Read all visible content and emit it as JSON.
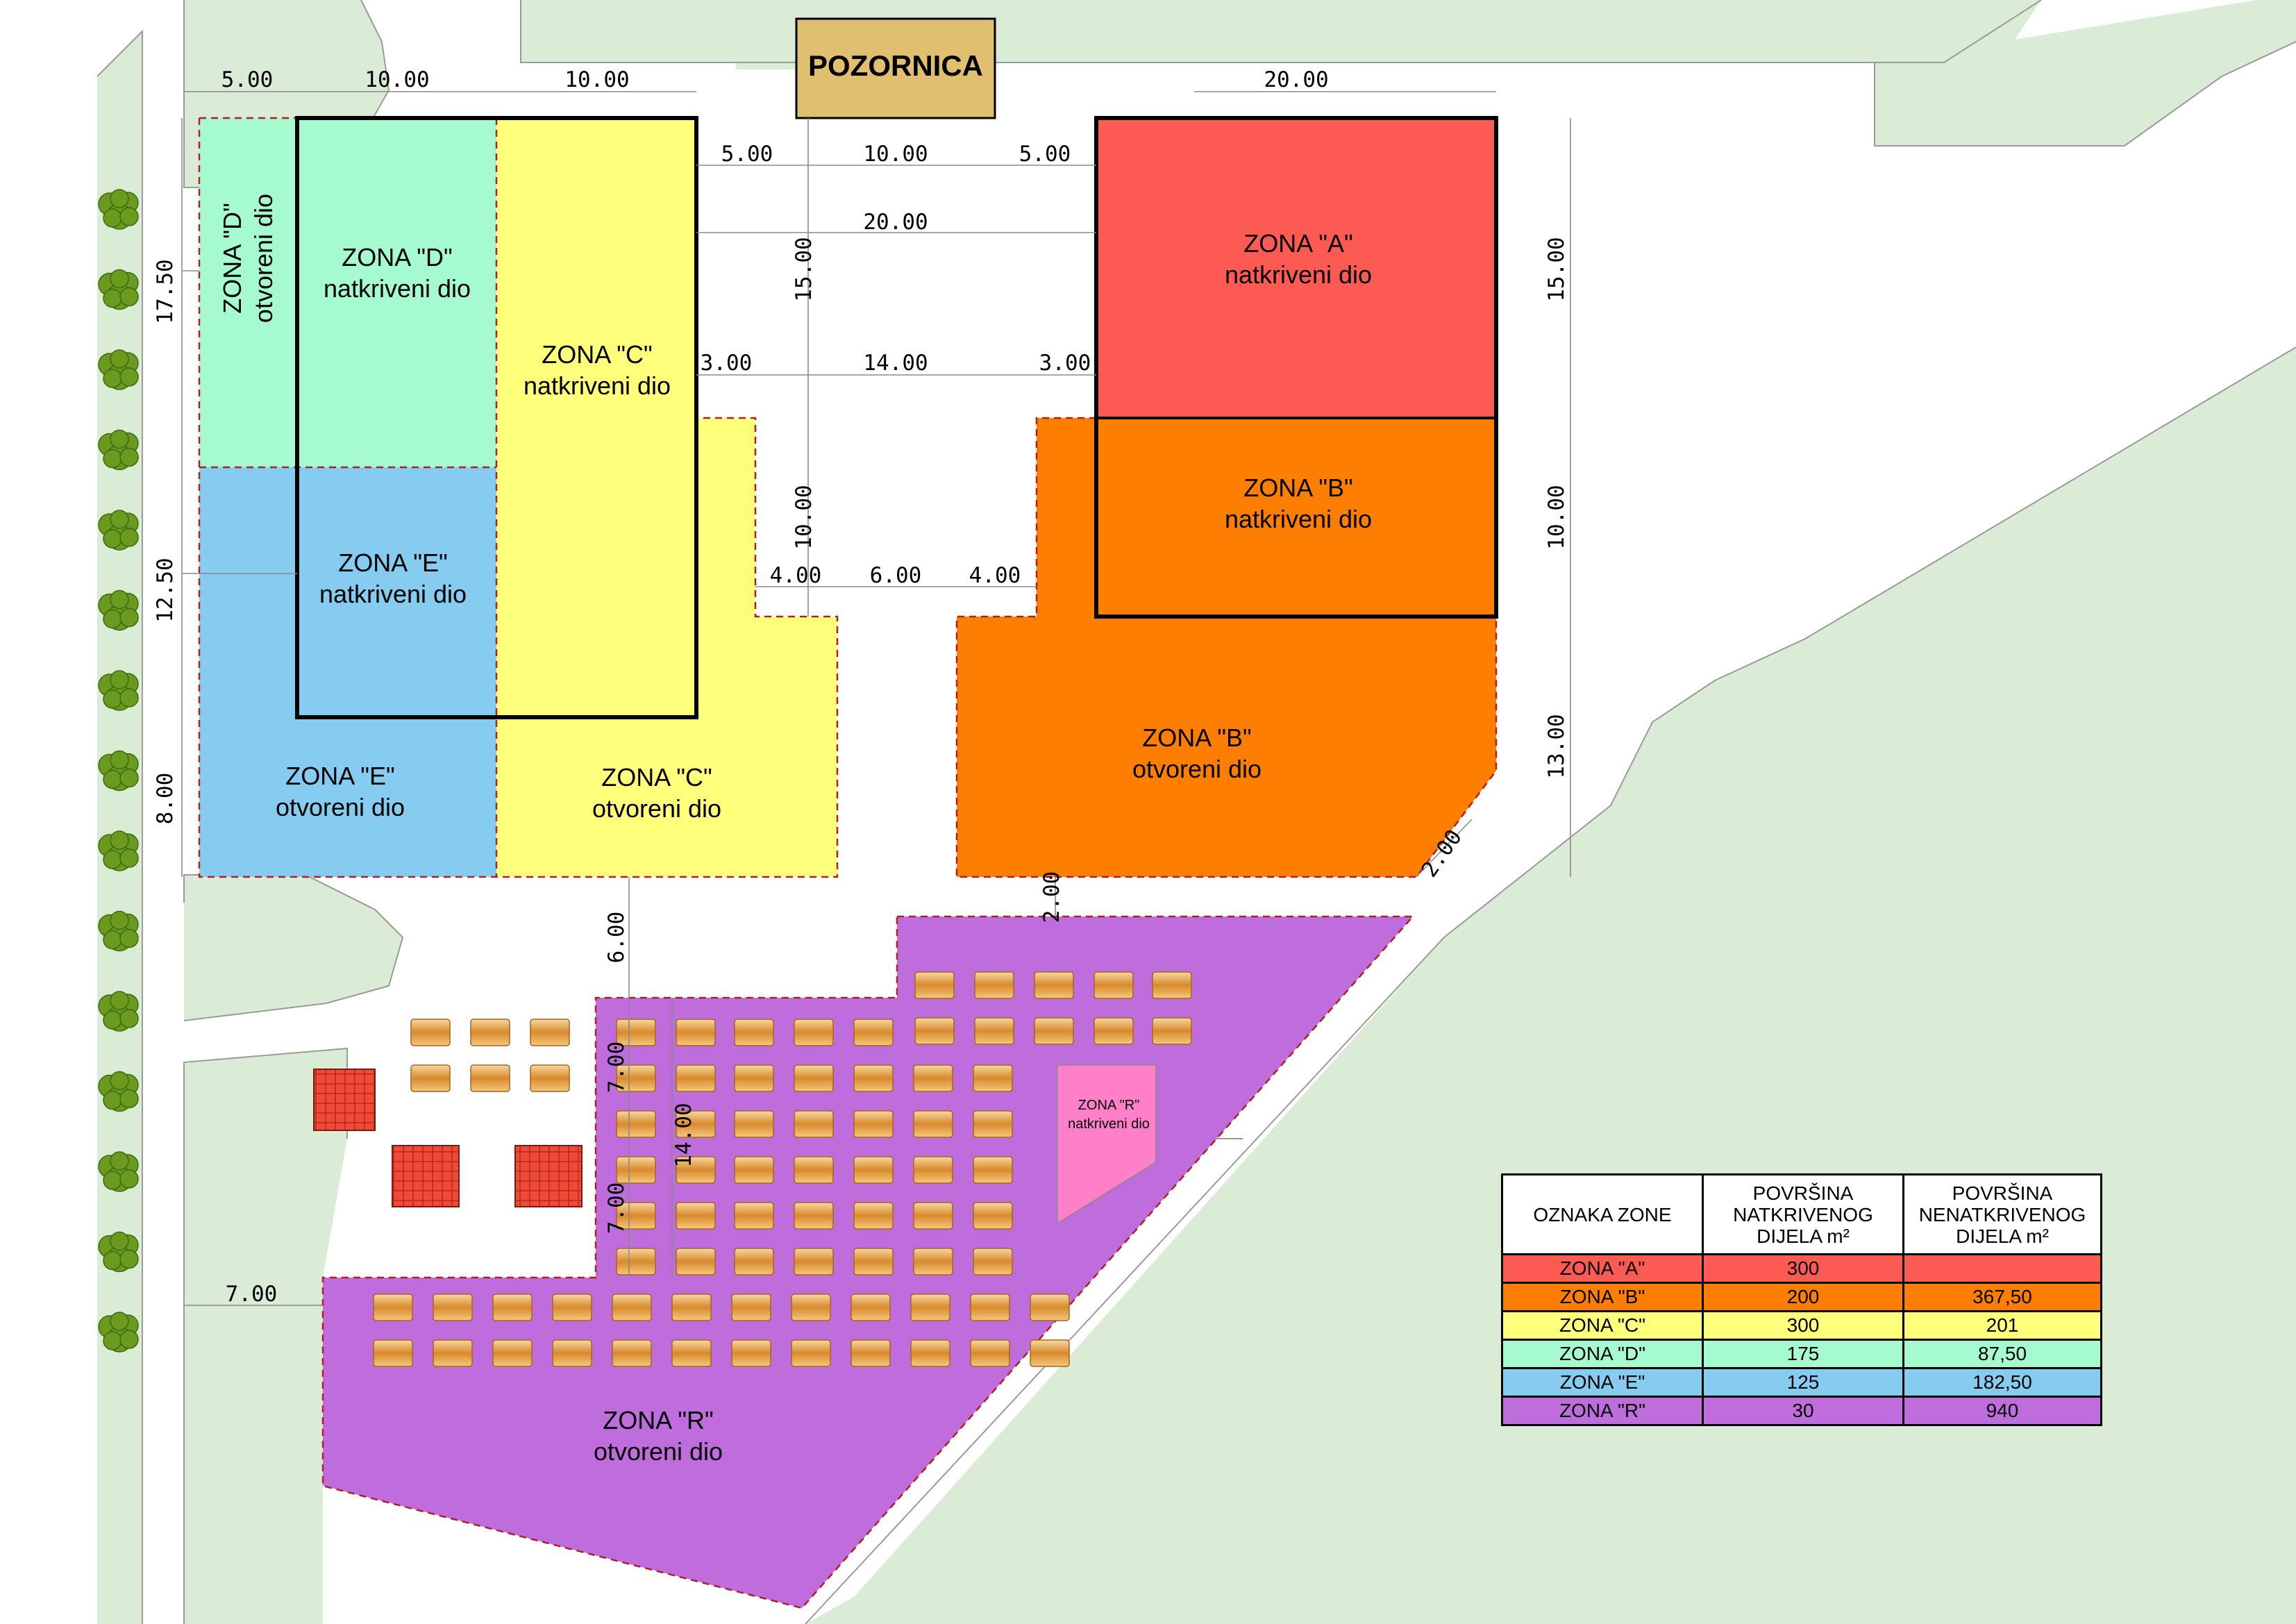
{
  "stage": {
    "label": "POZORNICA",
    "color": "#e0c070"
  },
  "colors": {
    "zone_a": "#fc5a52",
    "zone_b": "#fd7e00",
    "zone_c": "#feff7a",
    "zone_d": "#a6fad0",
    "zone_e": "#86ccf0",
    "zone_r": "#bf6cdc",
    "zone_r_covered": "#ff80c8",
    "grass": "#daebd6",
    "bench": "#e7a24a",
    "kiosk": "#ef4a38",
    "tree": "#6a9a1e"
  },
  "zones": {
    "a_covered": {
      "name": "ZONA \"A\"",
      "sub": "natkriveni dio"
    },
    "b_covered": {
      "name": "ZONA \"B\"",
      "sub": "natkriveni dio"
    },
    "b_open": {
      "name": "ZONA \"B\"",
      "sub": "otvoreni dio"
    },
    "c_covered": {
      "name": "ZONA \"C\"",
      "sub": "natkriveni dio"
    },
    "c_open": {
      "name": "ZONA \"C\"",
      "sub": "otvoreni dio"
    },
    "d_covered": {
      "name": "ZONA \"D\"",
      "sub": "natkriveni dio"
    },
    "d_open": {
      "name": "ZONA \"D\"",
      "sub": "otvoreni dio"
    },
    "e_covered": {
      "name": "ZONA \"E\"",
      "sub": "natkriveni dio"
    },
    "e_open": {
      "name": "ZONA \"E\"",
      "sub": "otvoreni dio"
    },
    "r_covered": {
      "name": "ZONA \"R\"",
      "sub": "natkriveni dio"
    },
    "r_open": {
      "name": "ZONA \"R\"",
      "sub": "otvoreni dio"
    }
  },
  "dimensions": {
    "top_5": "5.00",
    "top_10a": "10.00",
    "top_10b": "10.00",
    "top_20": "20.00",
    "mid_5a": "5.00",
    "mid_10": "10.00",
    "mid_5b": "5.00",
    "mid_20": "20.00",
    "mid_3a": "3.00",
    "mid_14": "14.00",
    "mid_3b": "3.00",
    "mid_4a": "4.00",
    "mid_6": "6.00",
    "mid_4b": "4.00",
    "vert_15": "15.00",
    "vert_10": "10.00",
    "left_17_5": "17.50",
    "left_12_5": "12.50",
    "left_8": "8.00",
    "right_15": "15.00",
    "right_10": "10.00",
    "right_13": "13.00",
    "diag_2": "2.00",
    "gap_2": "2.00",
    "gap_6": "6.00",
    "r_7a": "7.00",
    "r_14": "14.00",
    "r_7b": "7.00",
    "r_left_7": "7.00"
  },
  "table": {
    "headers": [
      "OZNAKA ZONE",
      "POVRŠINA NATKRIVENOG DIJELA m²",
      "POVRŠINA NENATKRIVENOG DIJELA m²"
    ],
    "rows": [
      {
        "zone": "ZONA \"A\"",
        "covered": "300",
        "open": "",
        "color": "#fc5a52"
      },
      {
        "zone": "ZONA \"B\"",
        "covered": "200",
        "open": "367,50",
        "color": "#fd7e00"
      },
      {
        "zone": "ZONA \"C\"",
        "covered": "300",
        "open": "201",
        "color": "#feff7a"
      },
      {
        "zone": "ZONA \"D\"",
        "covered": "175",
        "open": "87,50",
        "color": "#a6fad0"
      },
      {
        "zone": "ZONA \"E\"",
        "covered": "125",
        "open": "182,50",
        "color": "#86ccf0"
      },
      {
        "zone": "ZONA \"R\"",
        "covered": "30",
        "open": "940",
        "color": "#bf6cdc"
      }
    ]
  }
}
